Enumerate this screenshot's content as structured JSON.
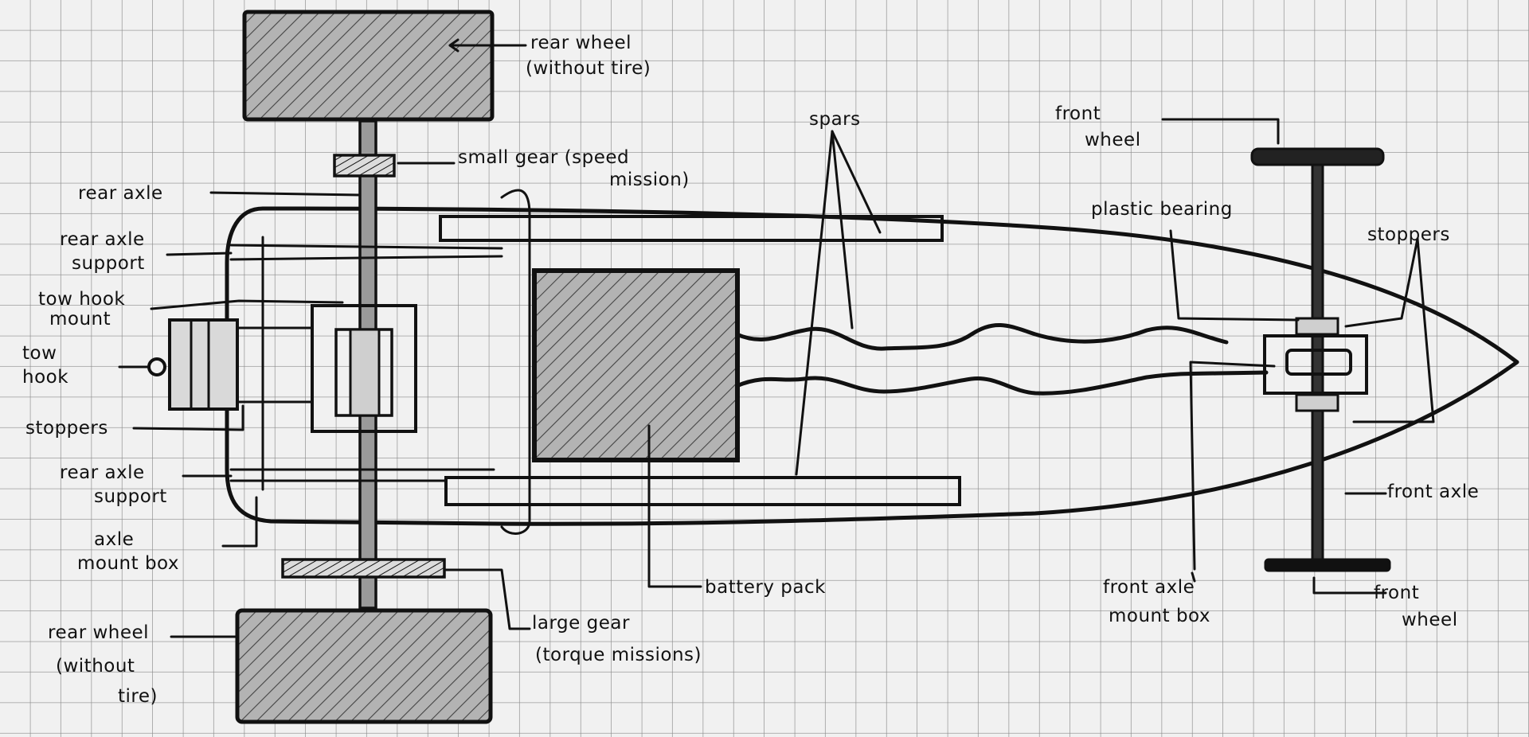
{
  "labels": {
    "rear_wheel_top": [
      "rear wheel",
      "(without tire)"
    ],
    "small_gear": [
      "small gear (speed",
      "mission)"
    ],
    "rear_axle": [
      "rear axle"
    ],
    "rear_axle_support_top": [
      "rear axle",
      "support"
    ],
    "tow_hook_mount": [
      "tow hook",
      "mount"
    ],
    "tow_hook": [
      "tow",
      "hook"
    ],
    "stoppers_left": [
      "stoppers"
    ],
    "rear_axle_support_bottom": [
      "rear axle",
      "support"
    ],
    "axle_mount_box": [
      "axle",
      "mount box"
    ],
    "rear_wheel_bottom": [
      "rear wheel",
      "(without",
      "tire)"
    ],
    "large_gear": [
      "large gear",
      "(torque missions)"
    ],
    "battery_pack": [
      "battery pack"
    ],
    "spars": [
      "spars"
    ],
    "front_wheel_top": [
      "front",
      "wheel"
    ],
    "plastic_bearing": [
      "plastic bearing"
    ],
    "stoppers_right": [
      "stoppers"
    ],
    "front_axle": [
      "front axle"
    ],
    "front_axle_mount_box": [
      "front axle",
      "mount box"
    ],
    "front_wheel_bottom": [
      "front",
      "wheel"
    ]
  },
  "colors": {
    "paper": "#f1f1f1",
    "grid": "#8a8a8a",
    "ink": "#111111",
    "hatch_fill": "#b3b3b3"
  }
}
